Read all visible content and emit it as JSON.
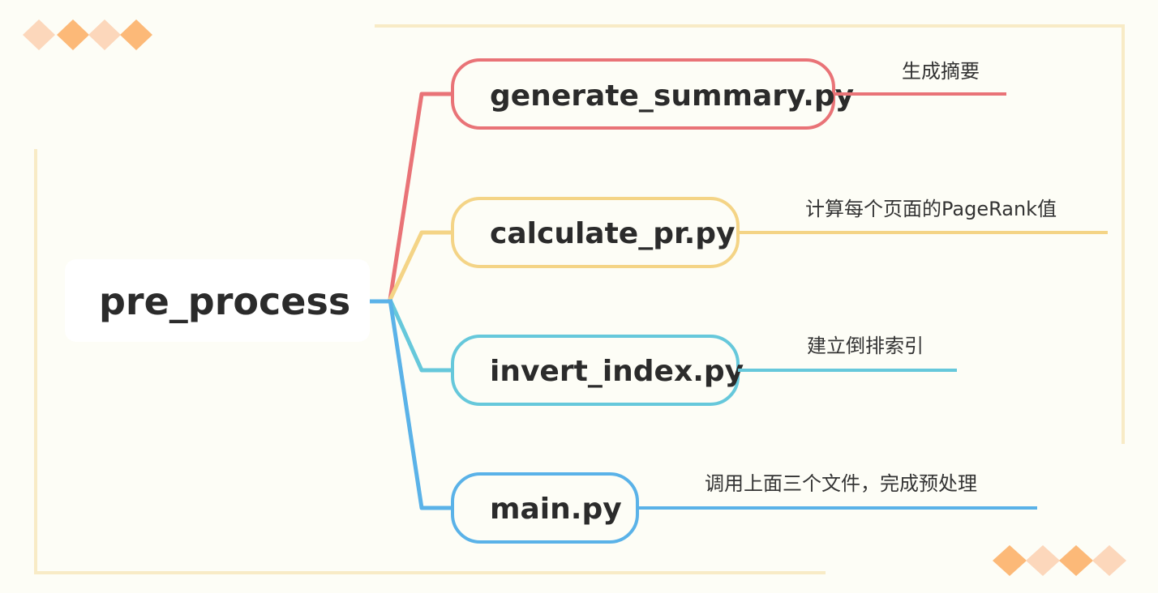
{
  "mindmap": {
    "root": {
      "label": "pre_process"
    },
    "branches": [
      {
        "file": "generate_summary.py",
        "description": "生成摘要",
        "color": "#e97377"
      },
      {
        "file": "calculate_pr.py",
        "description": "计算每个页面的PageRank值",
        "color": "#f4d486"
      },
      {
        "file": "invert_index.py",
        "description": "建立倒排索引",
        "color": "#66c8db"
      },
      {
        "file": "main.py",
        "description": "调用上面三个文件，完成预处理",
        "color": "#5ab2e8"
      }
    ]
  },
  "decoration": {
    "frame_color": "#f8ebc6",
    "diamond_colors": [
      "#fcd7bb",
      "#fcb978"
    ]
  }
}
